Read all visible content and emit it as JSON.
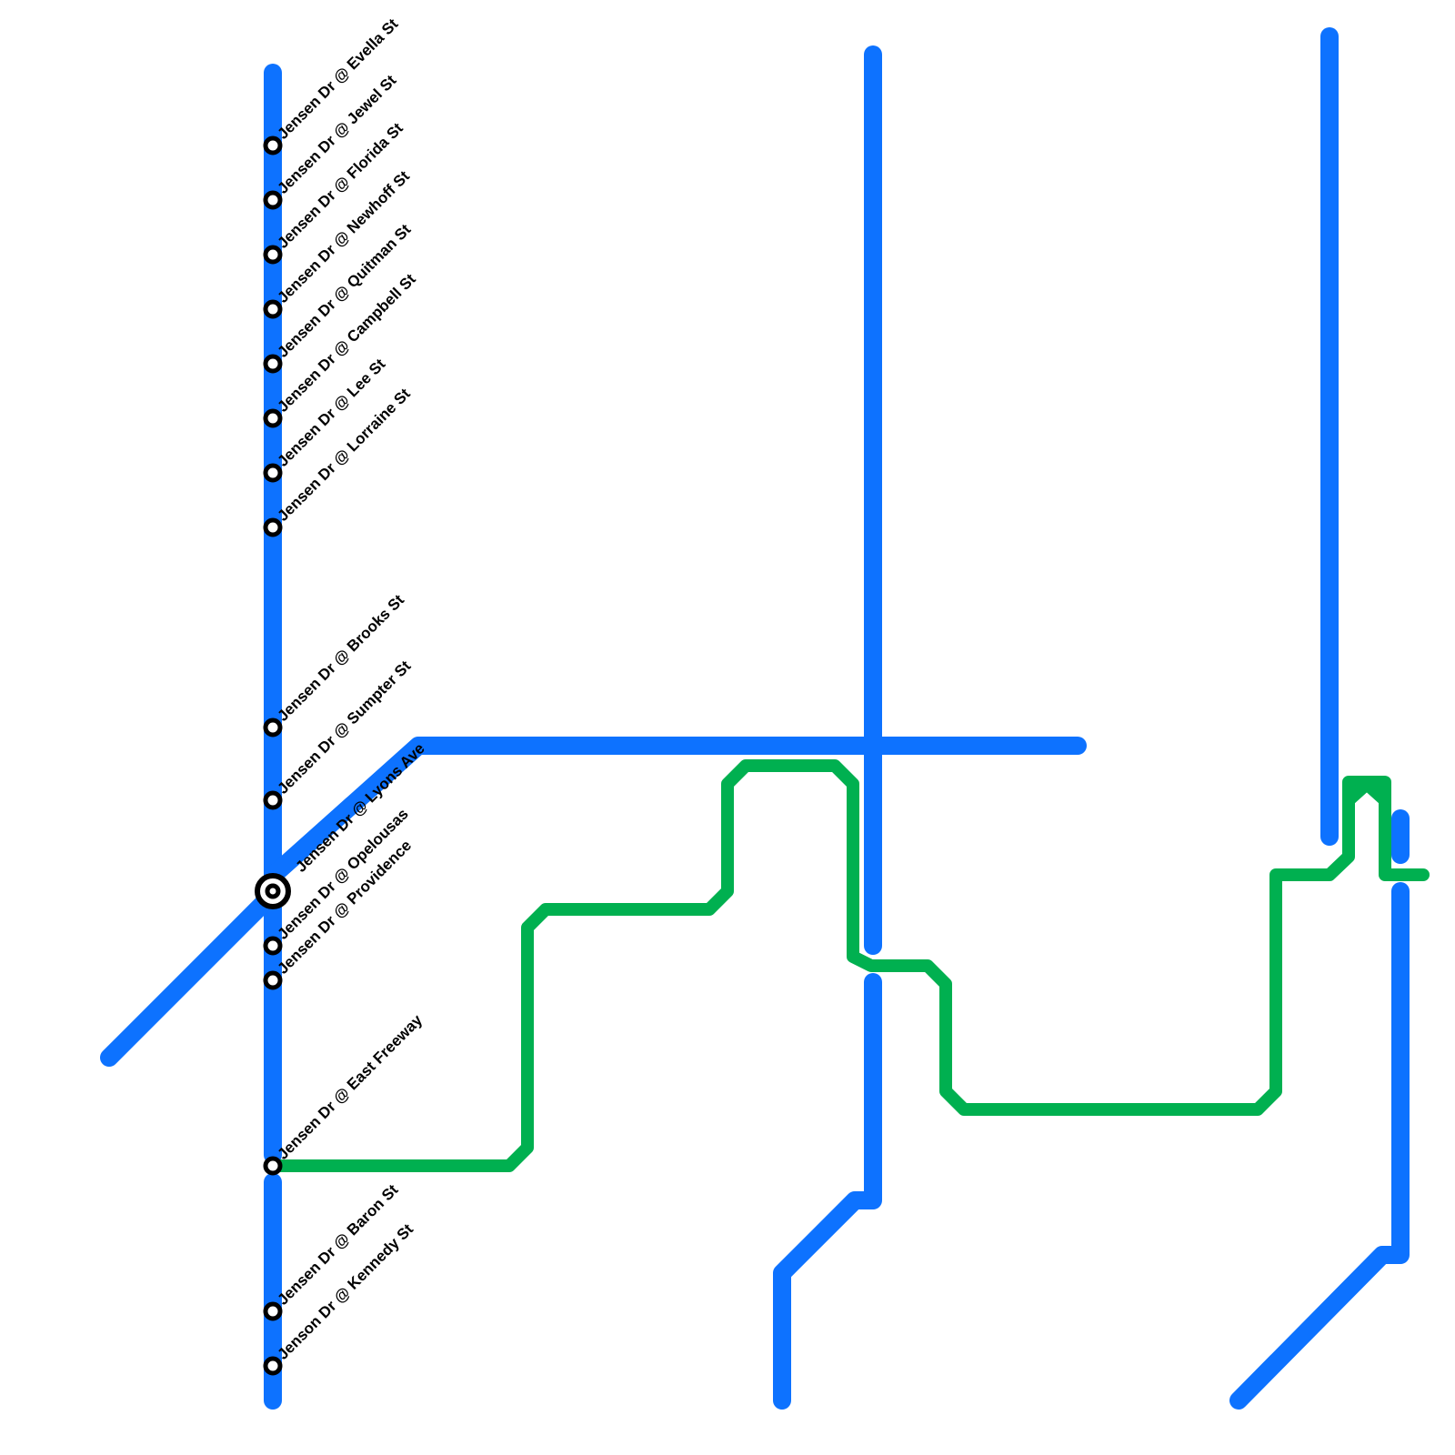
{
  "colors": {
    "blue_route": "#0d72ff",
    "green_route": "#00b050",
    "stop_fill": "#ffffff",
    "stop_stroke": "#000000"
  },
  "stops": [
    {
      "id": "evella",
      "label": "Jensen Dr @ Evella St"
    },
    {
      "id": "jewel",
      "label": "Jensen Dr @ Jewel St"
    },
    {
      "id": "florida",
      "label": "Jensen Dr @ Florida St"
    },
    {
      "id": "newhoff",
      "label": "Jensen Dr @ Newhoff St"
    },
    {
      "id": "quitman",
      "label": "Jensen Dr @ Quitman St"
    },
    {
      "id": "campbell",
      "label": "Jensen Dr @ Campbell St"
    },
    {
      "id": "lee",
      "label": "Jensen Dr @ Lee St"
    },
    {
      "id": "lorraine",
      "label": "Jensen Dr @ Lorraine St"
    },
    {
      "id": "brooks",
      "label": "Jensen Dr @ Brooks St"
    },
    {
      "id": "sumpter",
      "label": "Jensen Dr @ Sumpter St"
    },
    {
      "id": "lyons",
      "label": "Jensen Dr @ Lyons Ave",
      "interchange": true
    },
    {
      "id": "opelousas",
      "label": "Jensen Dr @ Opelousas"
    },
    {
      "id": "providence",
      "label": "Jensen Dr @ Providence"
    },
    {
      "id": "east-freeway",
      "label": "Jensen Dr @ East Freeway"
    },
    {
      "id": "baron",
      "label": "Jensen Dr @ Baron St"
    },
    {
      "id": "kennedy",
      "label": "Jenson Dr @ Kennedy St"
    }
  ]
}
